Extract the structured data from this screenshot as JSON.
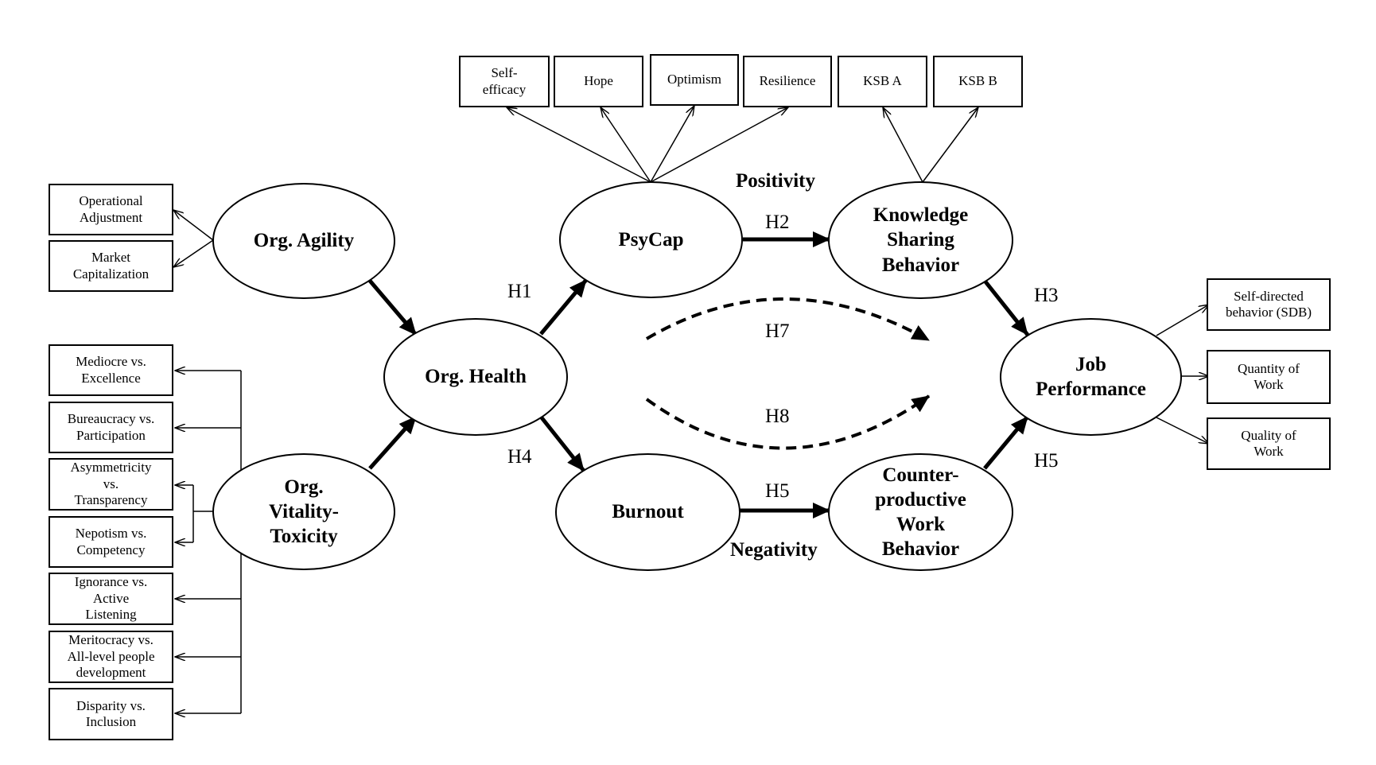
{
  "nodes": {
    "self_efficacy": "Self-\nefficacy",
    "hope": "Hope",
    "optimism": "Optimism",
    "resilience": "Resilience",
    "ksb_a": "KSB A",
    "ksb_b": "KSB B",
    "operational_adjustment": "Operational\nAdjustment",
    "market_capitalization": "Market\nCapitalization",
    "mediocre": "Mediocre vs.\nExcellence",
    "bureaucracy": "Bureaucracy vs.\nParticipation",
    "asymmetricity": "Asymmetricity\nvs.\nTransparency",
    "nepotism": "Nepotism vs.\nCompetency",
    "ignorance": "Ignorance vs.\nActive\nListening",
    "meritocracy": "Meritocracy vs.\nAll-level people\ndevelopment",
    "disparity": "Disparity vs.\nInclusion",
    "sdb": "Self-directed\nbehavior (SDB)",
    "quantity": "Quantity of\nWork",
    "quality": "Quality of\nWork",
    "org_agility": "Org. Agility",
    "org_vitality": "Org.\nVitality-\nToxicity",
    "org_health": "Org. Health",
    "psycap": "PsyCap",
    "burnout": "Burnout",
    "ksb": "Knowledge\nSharing\nBehavior",
    "cwb": "Counter-\nproductive\nWork\nBehavior",
    "job_performance": "Job\nPerformance"
  },
  "labels": {
    "h1": "H1",
    "h2": "H2",
    "h3": "H3",
    "h4": "H4",
    "h5a": "H5",
    "h5b": "H5",
    "h7": "H7",
    "h8": "H8",
    "positivity": "Positivity",
    "negativity": "Negativity"
  }
}
